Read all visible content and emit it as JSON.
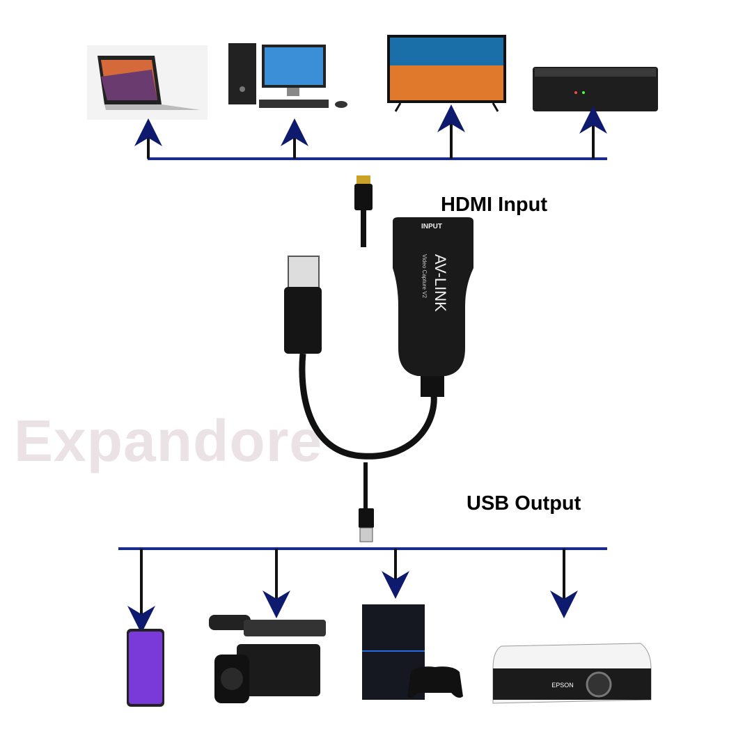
{
  "watermark": "Expandore",
  "labels": {
    "hdmi": "HDMI Input",
    "usb": "USB Output"
  },
  "device": {
    "port_label": "INPUT",
    "brand": "AV-LINK",
    "model": "Video Capture V2"
  },
  "sources": [
    "laptop",
    "desktop-computer",
    "television",
    "set-top-box"
  ],
  "outputs": [
    "smartphone",
    "camcorder",
    "game-console",
    "projector"
  ],
  "output_brands": {
    "projector": "EPSON"
  },
  "colors": {
    "bus_line": "#1a2a8c",
    "arrow": "#0d1a6e",
    "device": "#111111"
  }
}
